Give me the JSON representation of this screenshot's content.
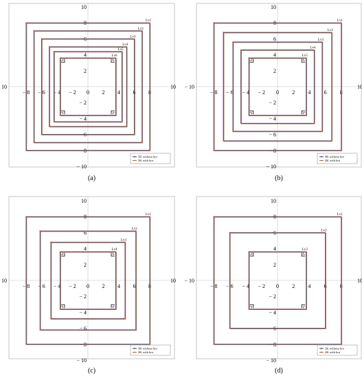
{
  "chart_data": [
    {
      "type": "line",
      "caption": "(a)",
      "xlim": [
        -10,
        10
      ],
      "ylim": [
        -10,
        10
      ],
      "x_ticks": [
        -10,
        -8,
        -6,
        -4,
        -2,
        0,
        2,
        4,
        6,
        8,
        10
      ],
      "y_ticks": [
        -10,
        -8,
        -6,
        -4,
        -2,
        0,
        2,
        4,
        6,
        8,
        10
      ],
      "grid": false,
      "legend_position": "bottom-right",
      "legend": [
        "5K without hor",
        "5K with hor"
      ],
      "levels": [
        {
          "name": "Lv1",
          "half_width": 8.0
        },
        {
          "name": "Lv2",
          "half_width": 7.0
        },
        {
          "name": "Lv3",
          "half_width": 6.0
        },
        {
          "name": "Lv4",
          "half_width": 5.0
        },
        {
          "name": "Lv5",
          "half_width": 4.4
        },
        {
          "name": "Lv6",
          "half_width": 3.6
        }
      ],
      "inner_square": 3.6
    },
    {
      "type": "line",
      "caption": "(b)",
      "xlim": [
        -10,
        10
      ],
      "ylim": [
        -10,
        10
      ],
      "x_ticks": [
        -10,
        -8,
        -6,
        -4,
        -2,
        0,
        2,
        4,
        6,
        8,
        10
      ],
      "y_ticks": [
        -10,
        -8,
        -6,
        -4,
        -2,
        0,
        2,
        4,
        6,
        8,
        10
      ],
      "grid": false,
      "legend_position": "bottom-right",
      "legend": [
        "4K without hor",
        "4K with hor"
      ],
      "levels": [
        {
          "name": "Lv1",
          "half_width": 8.0
        },
        {
          "name": "Lv2",
          "half_width": 6.8
        },
        {
          "name": "Lv3",
          "half_width": 5.6
        },
        {
          "name": "Lv4",
          "half_width": 4.6
        },
        {
          "name": "Lv5",
          "half_width": 3.6
        }
      ],
      "inner_square": 3.6
    },
    {
      "type": "line",
      "caption": "(c)",
      "xlim": [
        -10,
        10
      ],
      "ylim": [
        -10,
        10
      ],
      "x_ticks": [
        -10,
        -8,
        -6,
        -4,
        -2,
        0,
        2,
        4,
        6,
        8,
        10
      ],
      "y_ticks": [
        -10,
        -8,
        -6,
        -4,
        -2,
        0,
        2,
        4,
        6,
        8,
        10
      ],
      "grid": false,
      "legend_position": "bottom-right",
      "legend": [
        "3K without hor",
        "3K with hor"
      ],
      "levels": [
        {
          "name": "Lv1",
          "half_width": 8.0
        },
        {
          "name": "Lv2",
          "half_width": 6.2
        },
        {
          "name": "Lv3",
          "half_width": 4.8
        },
        {
          "name": "Lv4",
          "half_width": 3.6
        }
      ],
      "inner_square": 3.6
    },
    {
      "type": "line",
      "caption": "(d)",
      "xlim": [
        -10,
        10
      ],
      "ylim": [
        -10,
        10
      ],
      "x_ticks": [
        -10,
        -8,
        -6,
        -4,
        -2,
        0,
        2,
        4,
        6,
        8,
        10
      ],
      "y_ticks": [
        -10,
        -8,
        -6,
        -4,
        -2,
        0,
        2,
        4,
        6,
        8,
        10
      ],
      "grid": false,
      "legend_position": "bottom-right",
      "legend": [
        "2K without hor",
        "2K with hor"
      ],
      "levels": [
        {
          "name": "Lv1",
          "half_width": 8.0
        },
        {
          "name": "Lv2",
          "half_width": 6.0
        },
        {
          "name": "Lv3",
          "half_width": 3.6
        }
      ],
      "inner_square": 3.6
    }
  ],
  "colors": {
    "without_hor": "#2d3f8f",
    "with_hor": "#c8641e",
    "frame": "#b8b8b8",
    "axis": "#c4c4c4",
    "text": "#000000"
  }
}
